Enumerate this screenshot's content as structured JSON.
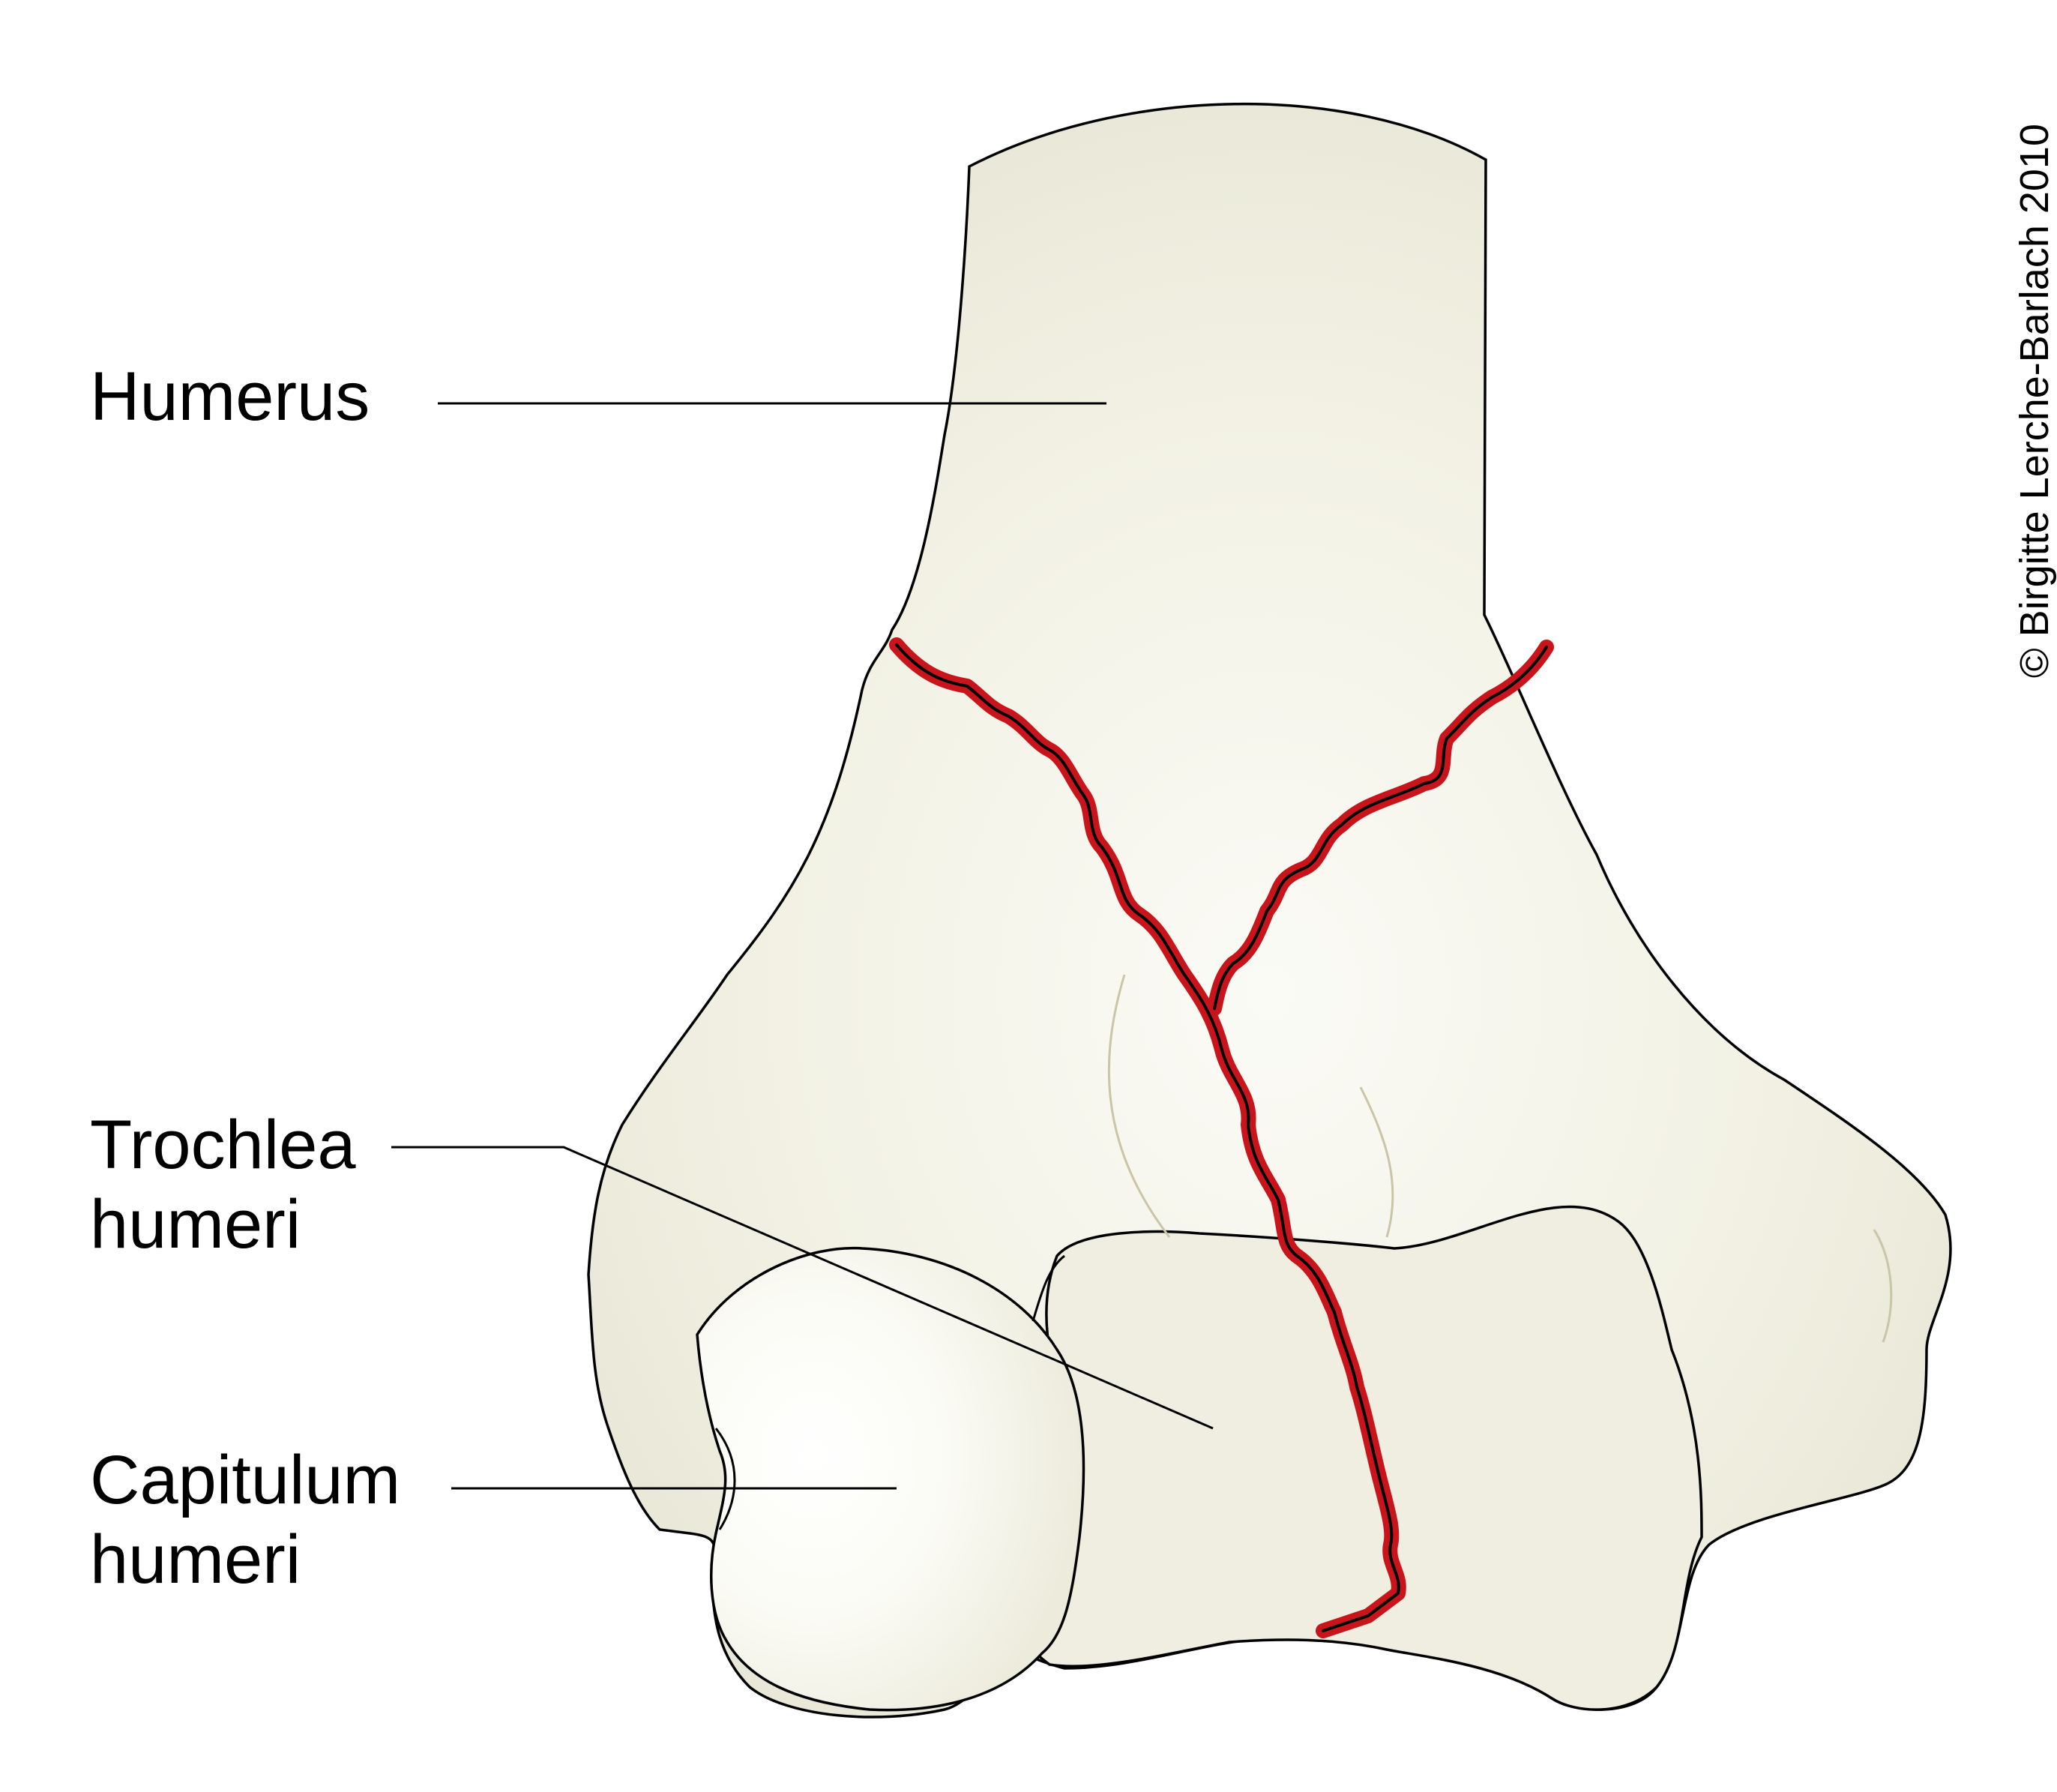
{
  "labels": {
    "humerus": "Humerus",
    "trochlea": [
      "Trochlea",
      "humeri"
    ],
    "capitulum": [
      "Capitulum",
      "humeri"
    ]
  },
  "copyright": "© Birgitte Lerche-Barlach 2010",
  "colors": {
    "bone": "#ecebdc",
    "bone_highlight": "#fbfbf6",
    "fracture": "#c8141a",
    "outline": "#000000",
    "background": "#ffffff"
  }
}
